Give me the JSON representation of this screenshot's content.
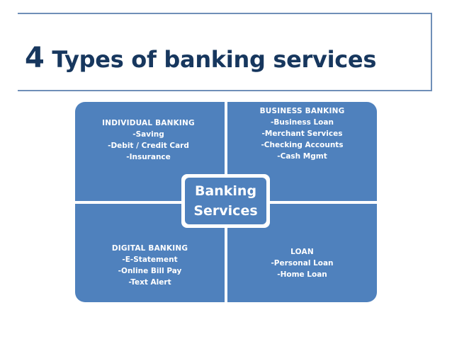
{
  "slide": {
    "title_number": "4",
    "title_text": "Types of banking services"
  },
  "diagram": {
    "center": {
      "line1": "Banking",
      "line2": "Services"
    },
    "quadrants": {
      "top_left": {
        "heading": "INDIVIDUAL BANKING",
        "items": [
          "-Saving",
          "-Debit / Credit Card",
          "-Insurance"
        ]
      },
      "top_right": {
        "heading": "BUSINESS BANKING",
        "items": [
          "-Business Loan",
          "-Merchant Services",
          "-Checking Accounts",
          "-Cash Mgmt"
        ]
      },
      "bottom_left": {
        "heading": "DIGITAL BANKING",
        "items": [
          "-E-Statement",
          "-Online Bill Pay",
          "-Text Alert"
        ]
      },
      "bottom_right": {
        "heading": "LOAN",
        "items": [
          "-Personal Loan",
          "-Home Loan"
        ]
      }
    },
    "colors": {
      "quadrant_fill": "#4f81bd",
      "title_text": "#17375e",
      "title_border": "#6f8fb8"
    }
  }
}
